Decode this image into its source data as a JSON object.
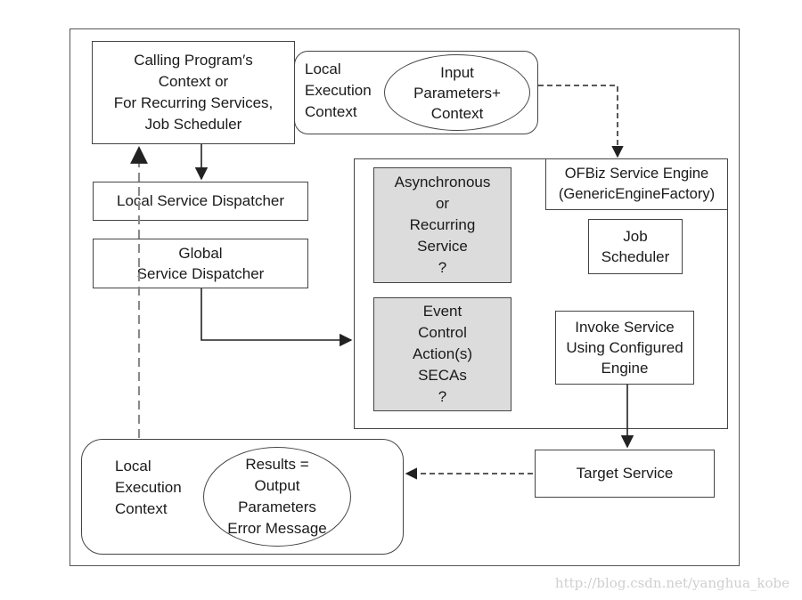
{
  "calling_context": {
    "lines": [
      "Calling Program′s",
      "Context or",
      "For Recurring Services,",
      "Job Scheduler"
    ]
  },
  "local_context_top": {
    "label": [
      "Local",
      "Execution",
      "Context"
    ],
    "ellipse": [
      "Input",
      "Parameters+",
      "Context"
    ]
  },
  "local_dispatcher": {
    "label": "Local Service Dispatcher"
  },
  "global_dispatcher": {
    "lines": [
      "Global",
      "Service Dispatcher"
    ]
  },
  "async_service": {
    "lines": [
      "Asynchronous",
      "or",
      "Recurring",
      "Service",
      "?"
    ]
  },
  "eca": {
    "lines": [
      "Event",
      "Control",
      "Action(s)",
      "SECAs",
      "?"
    ]
  },
  "engine": {
    "lines": [
      "OFBiz Service Engine",
      "(GenericEngineFactory)"
    ]
  },
  "job_scheduler": {
    "lines": [
      "Job",
      "Scheduler"
    ]
  },
  "invoke_service": {
    "lines": [
      "Invoke Service",
      "Using Configured",
      "Engine"
    ]
  },
  "target_service": {
    "label": "Target Service"
  },
  "local_context_bottom": {
    "label": [
      "Local",
      "Execution",
      "Context"
    ],
    "ellipse": [
      "Results =",
      "Output",
      "Parameters",
      "Error Message"
    ]
  },
  "watermark": "http://blog.csdn.net/yanghua_kobe",
  "colors": {
    "stroke": "#333333",
    "gray_fill": "#dcdcdc"
  }
}
